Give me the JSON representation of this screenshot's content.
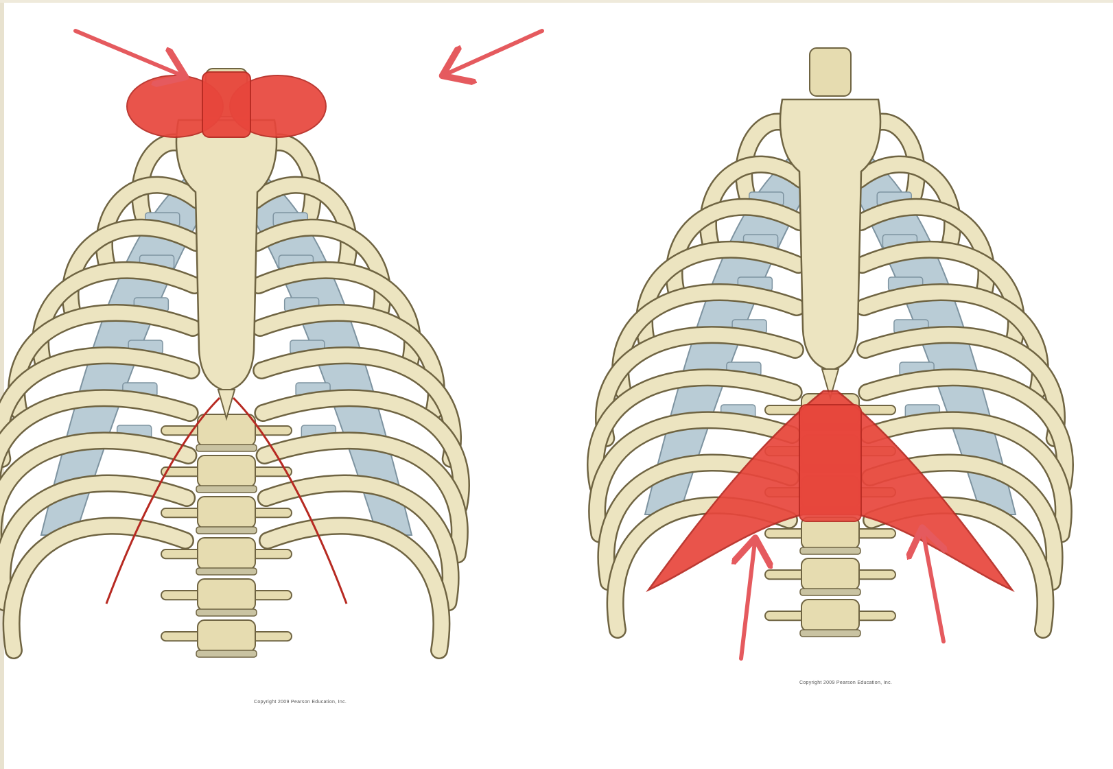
{
  "figures": [
    {
      "id": "left",
      "highlight": "apex",
      "copyright_caption": "Copyright 2009 Pearson Education, Inc."
    },
    {
      "id": "right",
      "highlight": "base",
      "copyright_caption": "Copyright 2009 Pearson Education, Inc."
    }
  ],
  "colors": {
    "bone": "#ece4c0",
    "bone_shadow": "#a79a6c",
    "bone_outline": "#6f6442",
    "cartilage": "#b9ccd6",
    "cartilage_outline": "#7d93a0",
    "highlight_red": "#e8463c",
    "highlight_dark": "#b72a22",
    "arrow_red": "#e55a5e",
    "vertebra": "#e6dcb0",
    "disc": "#c9c3a2"
  },
  "arrows": {
    "left_figure": "two arrows pointing inward/downward at the apex",
    "right_figure": "two arrows pointing upward at the lower margin"
  }
}
